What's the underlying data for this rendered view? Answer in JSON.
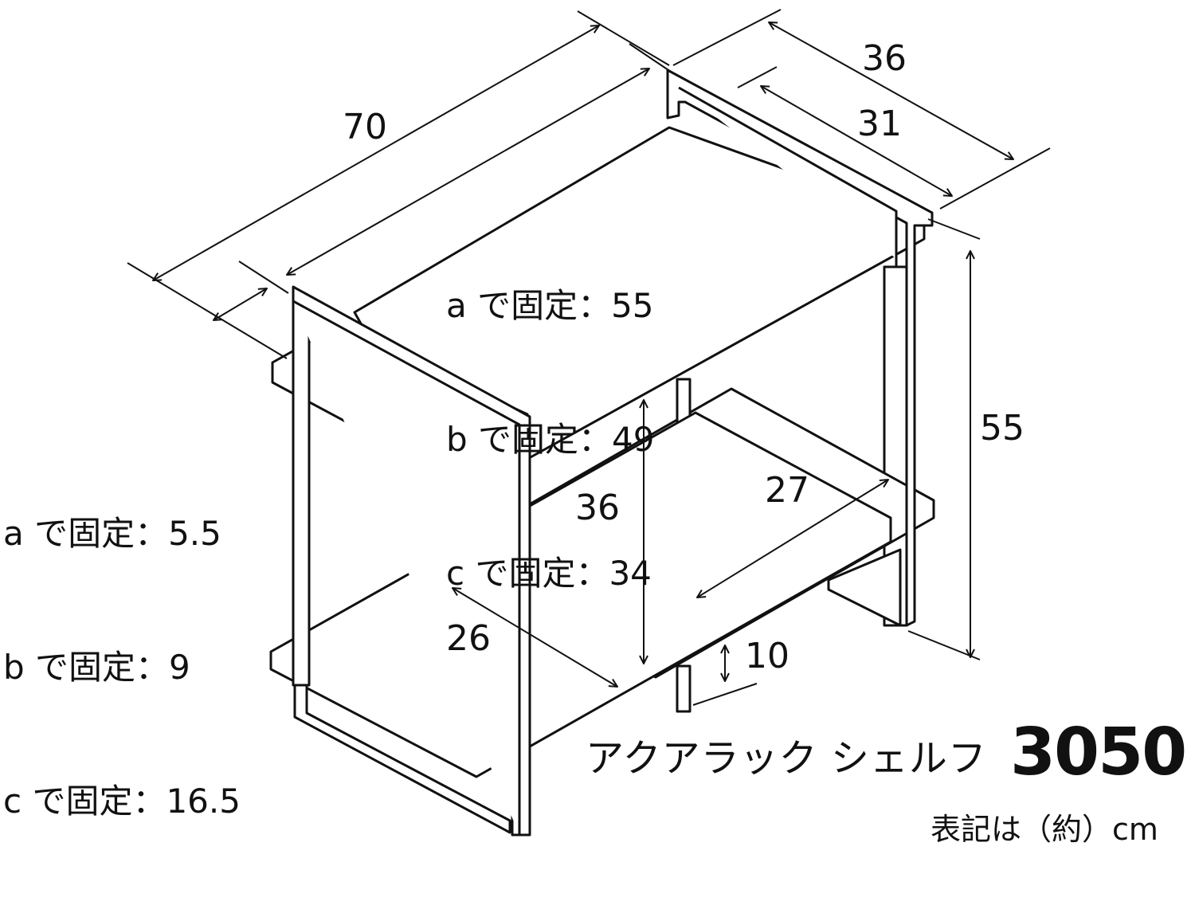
{
  "diagram": {
    "dimensions": {
      "width": "70",
      "inner_width": "31",
      "depth": "36",
      "height": "55",
      "inner_height": "36",
      "lower_depth": "27",
      "bottom_width": "26",
      "clearance": "10"
    },
    "upper_shelf_notes": [
      "a で固定：55",
      "b で固定：49",
      "c で固定：34"
    ],
    "side_shelf_notes": [
      "a で固定：5.5",
      "b で固定：9",
      "c で固定：16.5"
    ],
    "product_name_kana": "アクアラック シェルフ",
    "product_name_number": "3050",
    "unit_note": "表記は（約）cm",
    "line_color": "#111111",
    "fill_color": "#ffffff"
  }
}
